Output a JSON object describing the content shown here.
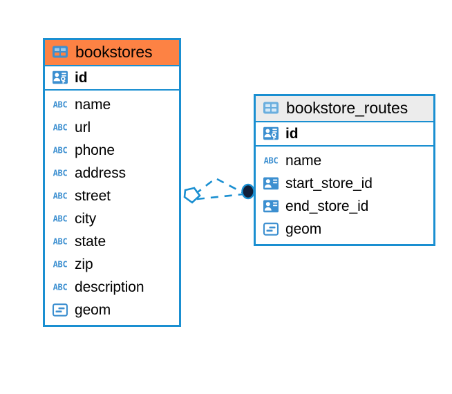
{
  "diagram": {
    "type": "entity-relationship-diagram",
    "background_color": "#ffffff",
    "accent_color": "#1a8fd1",
    "highlight_color": "#fd8244",
    "neutral_header_color": "#ececec"
  },
  "entities": [
    {
      "name": "bookstores",
      "header_style": "accent",
      "header_icon": "table-icon",
      "primary_key": {
        "label": "id",
        "icon": "primary-key-icon"
      },
      "fields": [
        {
          "label": "name",
          "icon": "abc-text-icon"
        },
        {
          "label": "url",
          "icon": "abc-text-icon"
        },
        {
          "label": "phone",
          "icon": "abc-text-icon"
        },
        {
          "label": "address",
          "icon": "abc-text-icon"
        },
        {
          "label": "street",
          "icon": "abc-text-icon"
        },
        {
          "label": "city",
          "icon": "abc-text-icon"
        },
        {
          "label": "state",
          "icon": "abc-text-icon"
        },
        {
          "label": "zip",
          "icon": "abc-text-icon"
        },
        {
          "label": "description",
          "icon": "abc-text-icon"
        },
        {
          "label": "geom",
          "icon": "geometry-icon"
        }
      ]
    },
    {
      "name": "bookstore_routes",
      "header_style": "neutral",
      "header_icon": "table-icon",
      "primary_key": {
        "label": "id",
        "icon": "primary-key-icon"
      },
      "fields": [
        {
          "label": "name",
          "icon": "abc-text-icon"
        },
        {
          "label": "start_store_id",
          "icon": "foreign-key-icon"
        },
        {
          "label": "end_store_id",
          "icon": "foreign-key-icon"
        },
        {
          "label": "geom",
          "icon": "geometry-icon"
        }
      ]
    }
  ],
  "relationship": {
    "from_entity": "bookstores",
    "to_entity": "bookstore_routes",
    "line_style": "dashed",
    "source_marker": "diamond-marker",
    "target_marker": "filled-circle-marker",
    "color": "#1a8fd1"
  }
}
